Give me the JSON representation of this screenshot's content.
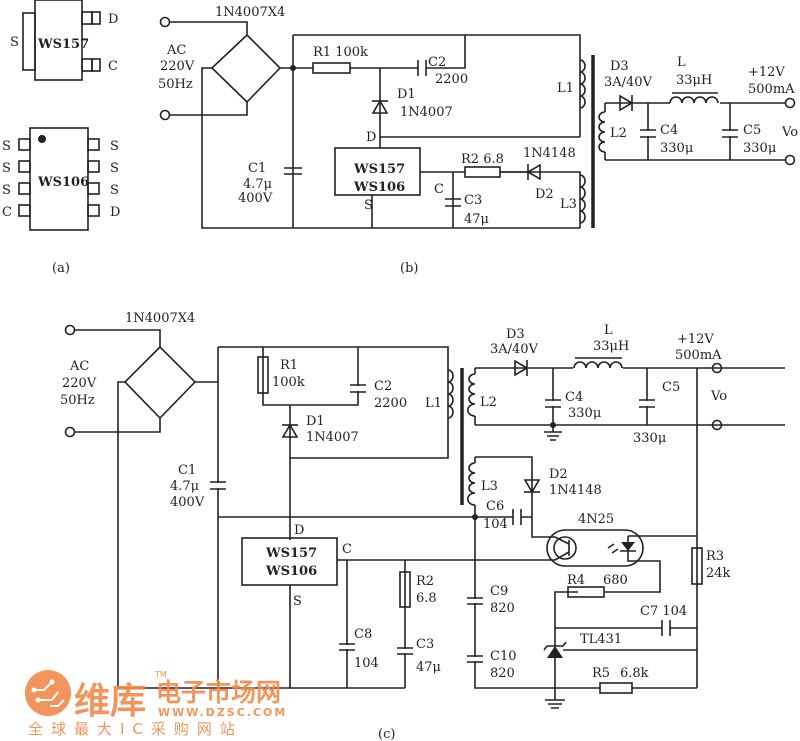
{
  "fig_a": {
    "ws157": {
      "name": "WS157",
      "pin_s": "S",
      "pin_d": "D",
      "pin_c": "C"
    },
    "ws106": {
      "name": "WS106",
      "left_pins": [
        "S",
        "S",
        "S",
        "C"
      ],
      "right_pins": [
        "S",
        "S",
        "S",
        "D"
      ]
    },
    "caption": "(a)"
  },
  "fig_b": {
    "bridge": "1N4007X4",
    "ac": [
      "AC",
      "220V",
      "50Hz"
    ],
    "r1": "R1  100k",
    "c2": "C2",
    "c2_val": "2200",
    "d1": "D1",
    "d1_val": "1N4007",
    "l1": "L1",
    "d": "D",
    "ic": [
      "WS157",
      "WS106"
    ],
    "s": "S",
    "c": "C",
    "c1": [
      "C1",
      "4.7μ",
      "400V"
    ],
    "r2": "R2   6.8",
    "d2_val": "1N4148",
    "d2": "D2",
    "c3": "C3",
    "c3_val": "47μ",
    "l3": "L3",
    "d3": "D3",
    "d3_val": "3A/40V",
    "l": "L",
    "l_val": "33μH",
    "out": "+12V",
    "out_i": "500mA",
    "l2": "L2",
    "c4": "C4",
    "c4_val": "330μ",
    "c5": "C5",
    "c5_val": "330μ",
    "vo": "Vo",
    "caption": "(b)"
  },
  "fig_c": {
    "bridge": "1N4007X4",
    "ac": [
      "AC",
      "220V",
      "50Hz"
    ],
    "r1": "R1",
    "r1_val": "100k",
    "c2": "C2",
    "c2_val": "2200",
    "d1": "D1",
    "d1_val": "1N4007",
    "l1": "L1",
    "c1": [
      "C1",
      "4.7μ",
      "400V"
    ],
    "d": "D",
    "ic": [
      "WS157",
      "WS106"
    ],
    "s": "S",
    "c": "C",
    "c8": "C8",
    "c8_val": "104",
    "r2": "R2",
    "r2_val": "6.8",
    "c3": "C3",
    "c3_val": "47μ",
    "l2": "L2",
    "l3": "L3",
    "d3": "D3",
    "d3_val": "3A/40V",
    "l": "L",
    "l_val": "33μH",
    "out": "+12V",
    "out_i": "500mA",
    "c4": "C4",
    "c4_val": "330μ",
    "c5": "C5",
    "c5_val": "330μ",
    "vo": "Vo",
    "d2": "D2",
    "d2_val": "1N4148",
    "c6": "C6",
    "c6_val": "104",
    "opto": "4N25",
    "r3": "R3",
    "r3_val": "24k",
    "r4": "R4",
    "r4_val": "680",
    "c7": "C7 104",
    "tl": "TL431",
    "c9": "C9",
    "c9_val": "820",
    "c10": "C10",
    "c10_val": "820",
    "r5": "R5",
    "r5_val": "6.8k",
    "caption": "(c)"
  },
  "watermark": {
    "brand": "维库",
    "site": "电子市场网",
    "tm": "TM",
    "url": "WWW.DZSC.COM",
    "slogan": "全球最大IC采购网站",
    "color": "#f08a4b"
  }
}
